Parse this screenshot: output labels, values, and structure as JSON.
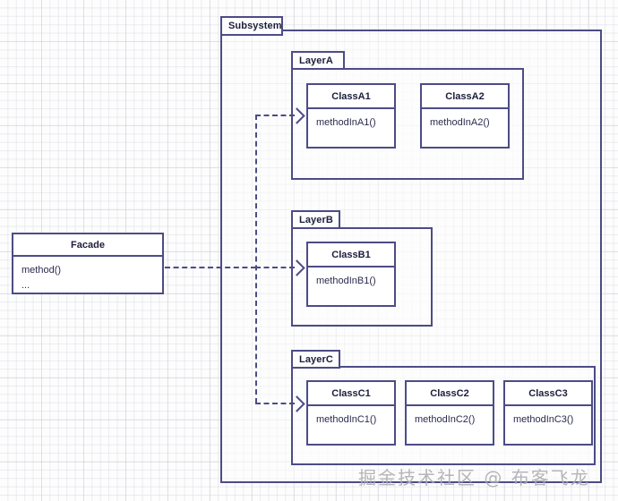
{
  "diagram": {
    "title": "Facade Pattern UML",
    "stroke_color": "#4c4c86",
    "text_color": "#1d1d3d",
    "background": "#fdfdfd"
  },
  "facade": {
    "name": "Facade",
    "methods": [
      "method()",
      "..."
    ]
  },
  "subsystem": {
    "label": "Subsystem",
    "layers": [
      {
        "label": "LayerA",
        "classes": [
          {
            "name": "ClassA1",
            "methods": [
              "methodInA1()"
            ]
          },
          {
            "name": "ClassA2",
            "methods": [
              "methodInA2()"
            ]
          }
        ]
      },
      {
        "label": "LayerB",
        "classes": [
          {
            "name": "ClassB1",
            "methods": [
              "methodInB1()"
            ]
          }
        ]
      },
      {
        "label": "LayerC",
        "classes": [
          {
            "name": "ClassC1",
            "methods": [
              "methodInC1()"
            ]
          },
          {
            "name": "ClassC2",
            "methods": [
              "methodInC2()"
            ]
          },
          {
            "name": "ClassC3",
            "methods": [
              "methodInC3()"
            ]
          }
        ]
      }
    ]
  },
  "connections": [
    {
      "from": "Facade",
      "to": "LayerA",
      "style": "dashed-arrow"
    },
    {
      "from": "Facade",
      "to": "LayerB",
      "style": "dashed-arrow"
    },
    {
      "from": "Facade",
      "to": "LayerC",
      "style": "dashed-arrow"
    }
  ],
  "watermark": {
    "text": "掘金技术社区 @ 布客飞龙"
  }
}
